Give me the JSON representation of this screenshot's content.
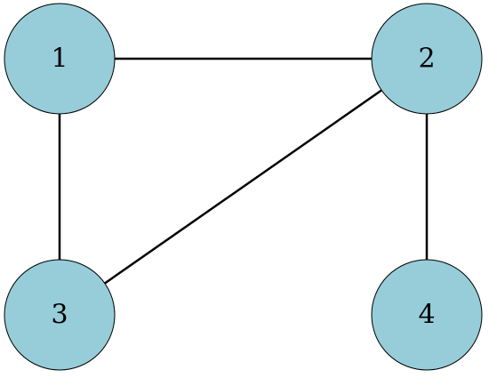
{
  "graph": {
    "node_color": "#96cdd9",
    "stroke_color": "#000000",
    "nodes": [
      {
        "id": "1",
        "label": "1"
      },
      {
        "id": "2",
        "label": "2"
      },
      {
        "id": "3",
        "label": "3"
      },
      {
        "id": "4",
        "label": "4"
      }
    ],
    "edges": [
      {
        "from": "1",
        "to": "2"
      },
      {
        "from": "1",
        "to": "3"
      },
      {
        "from": "2",
        "to": "3"
      },
      {
        "from": "2",
        "to": "4"
      }
    ]
  }
}
